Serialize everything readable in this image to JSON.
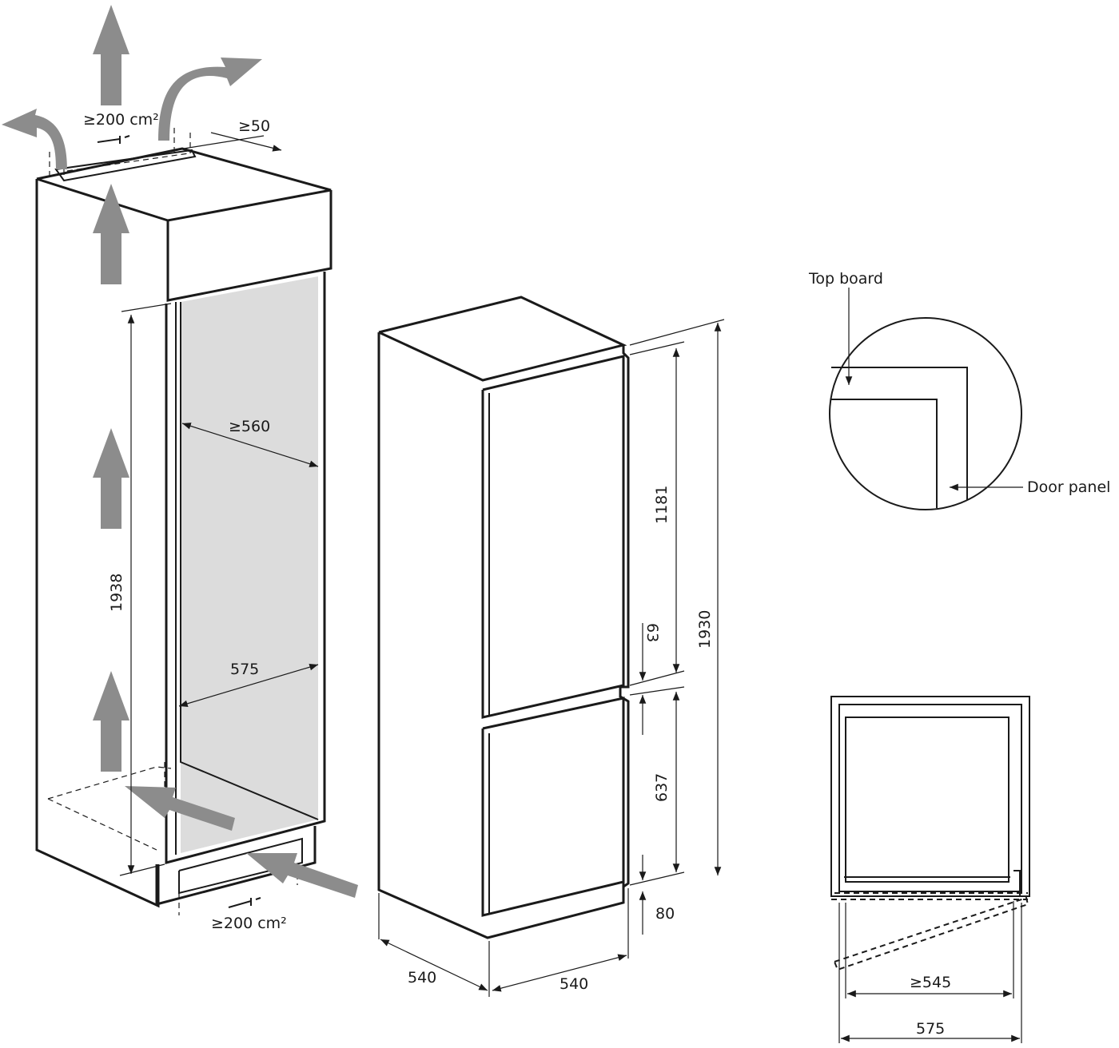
{
  "labels": {
    "vent_top": "≥200 cm²",
    "vent_bottom": "≥200 cm²",
    "gap_top": "≥50",
    "niche_width": "≥560",
    "niche_depth": "575",
    "niche_height": "1938",
    "appliance_height": "1930",
    "upper_door": "1181",
    "middle_gap": "63",
    "lower_door": "637",
    "plinth": "80",
    "depth_left": "540",
    "width_front": "540",
    "top_board": "Top board",
    "door_panel": "Door panel",
    "plan_min_width": "≥545",
    "plan_width": "575"
  },
  "colors": {
    "line": "#1a1a1a",
    "airflow_arrow": "#8c8c8c",
    "niche_interior": "#dcdcdc"
  }
}
